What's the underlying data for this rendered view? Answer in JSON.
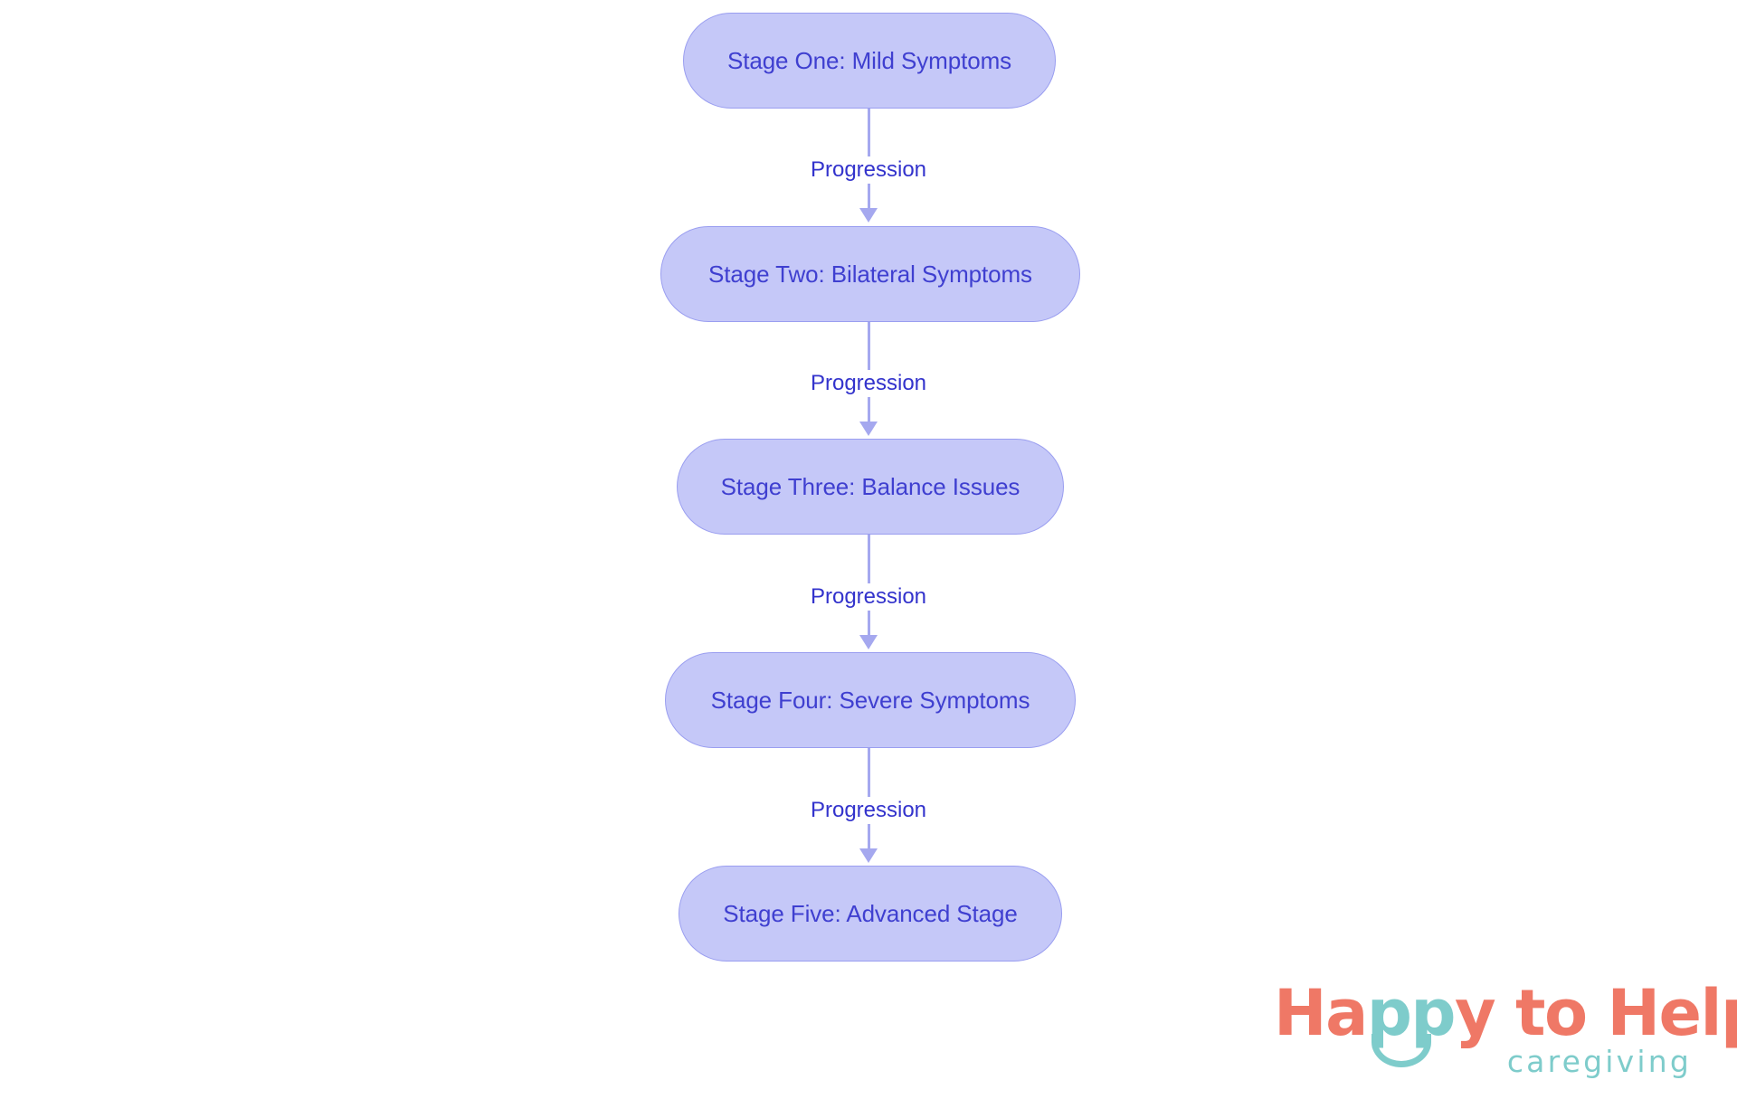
{
  "chart_data": {
    "type": "diagram",
    "diagram_kind": "flowchart",
    "orientation": "top-to-bottom",
    "title": "",
    "nodes": [
      {
        "id": "stage1",
        "label": "Stage One: Mild Symptoms",
        "shape": "stadium"
      },
      {
        "id": "stage2",
        "label": "Stage Two: Bilateral Symptoms",
        "shape": "stadium"
      },
      {
        "id": "stage3",
        "label": "Stage Three: Balance Issues",
        "shape": "stadium"
      },
      {
        "id": "stage4",
        "label": "Stage Four: Severe Symptoms",
        "shape": "stadium"
      },
      {
        "id": "stage5",
        "label": "Stage Five: Advanced Stage",
        "shape": "stadium"
      }
    ],
    "edges": [
      {
        "from": "stage1",
        "to": "stage2",
        "label": "Progression"
      },
      {
        "from": "stage2",
        "to": "stage3",
        "label": "Progression"
      },
      {
        "from": "stage3",
        "to": "stage4",
        "label": "Progression"
      },
      {
        "from": "stage4",
        "to": "stage5",
        "label": "Progression"
      }
    ],
    "colors": {
      "node_fill": "#c5c8f8",
      "node_border": "#9a9ef0",
      "node_text": "#3f3fd0",
      "edge_line": "#a5a8ef",
      "edge_label_text": "#3333cc",
      "background": "#ffffff"
    }
  },
  "flow": {
    "nodes": [
      {
        "label": "Stage One: Mild Symptoms"
      },
      {
        "label": "Stage Two: Bilateral Symptoms"
      },
      {
        "label": "Stage Three: Balance Issues"
      },
      {
        "label": "Stage Four: Severe Symptoms"
      },
      {
        "label": "Stage Five: Advanced Stage"
      }
    ],
    "edges": [
      {
        "label": "Progression"
      },
      {
        "label": "Progression"
      },
      {
        "label": "Progression"
      },
      {
        "label": "Progression"
      }
    ]
  },
  "logo": {
    "word_happy_start": "Ha",
    "word_eyes": "pp",
    "word_happy_end": "y to Help",
    "full_wordmark": "Happy to Help",
    "tagline": "caregiving",
    "brand_color": "#ef7866",
    "accent_color": "#7ecccb"
  }
}
